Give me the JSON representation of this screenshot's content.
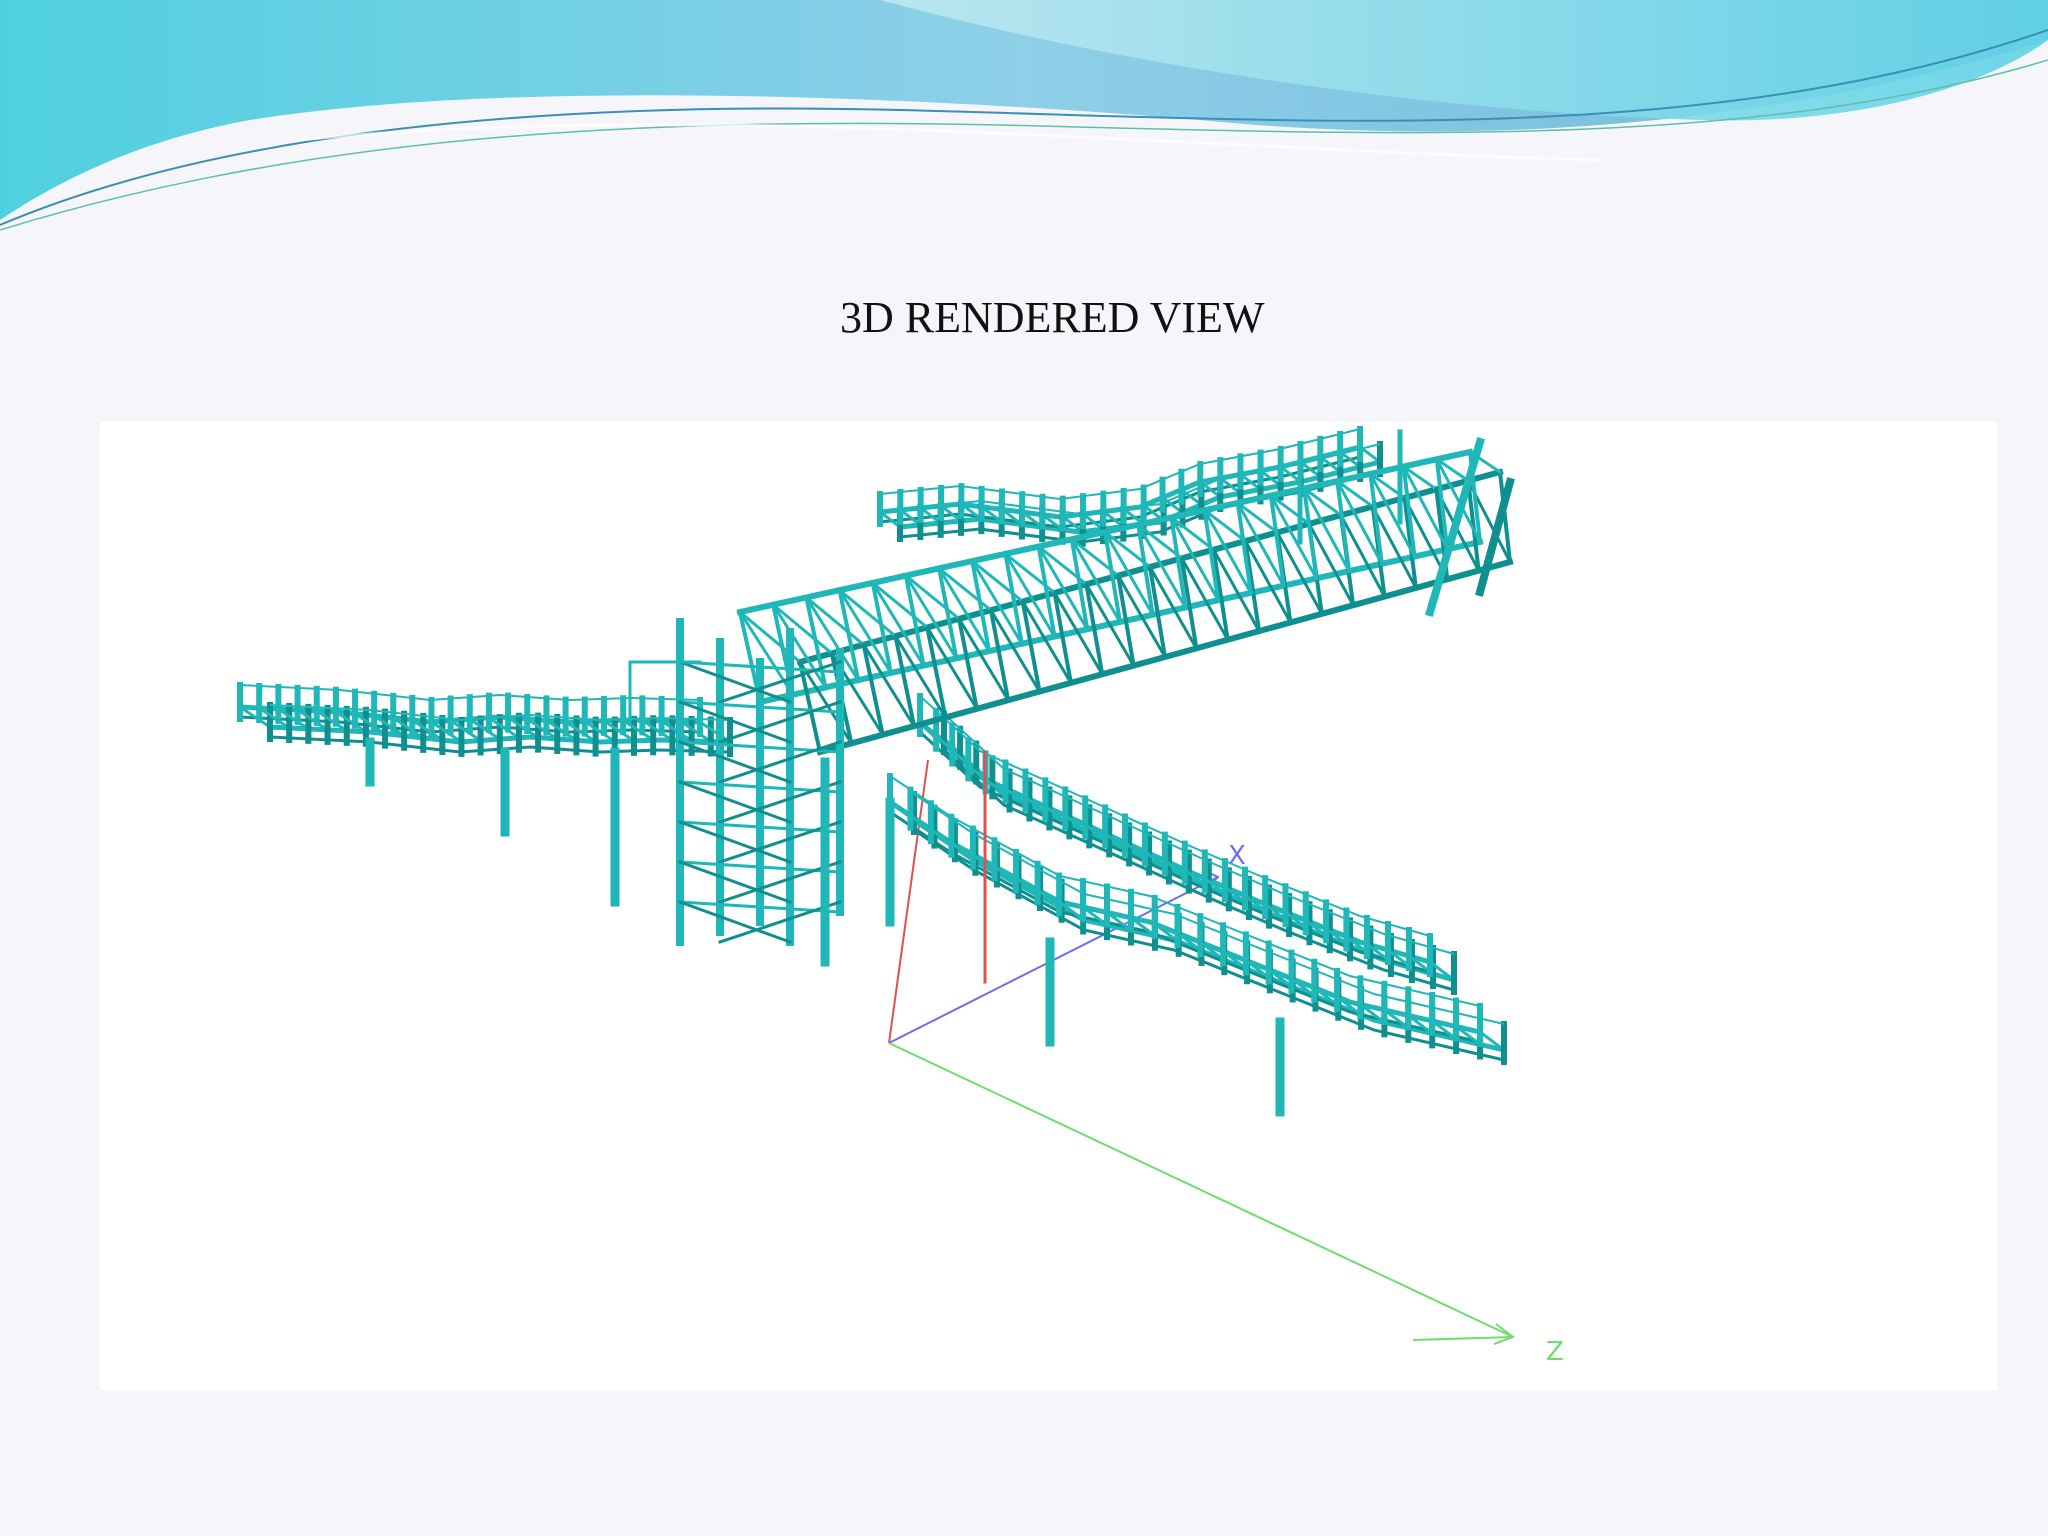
{
  "slide": {
    "title": "3D RENDERED VIEW"
  },
  "model_view": {
    "axes": {
      "x_label": "X",
      "z_label": "Z"
    },
    "colors": {
      "structure": "#1fb7b7",
      "structure_dark": "#0f8f8f",
      "axis_x": "#6f6fe6",
      "axis_y": "#e05050",
      "axis_z": "#6fdc6f"
    }
  },
  "theme": {
    "wave_colors": [
      "#9fd8e6",
      "#5cc8dc",
      "#2fb0c8",
      "#7fd6e8"
    ]
  }
}
